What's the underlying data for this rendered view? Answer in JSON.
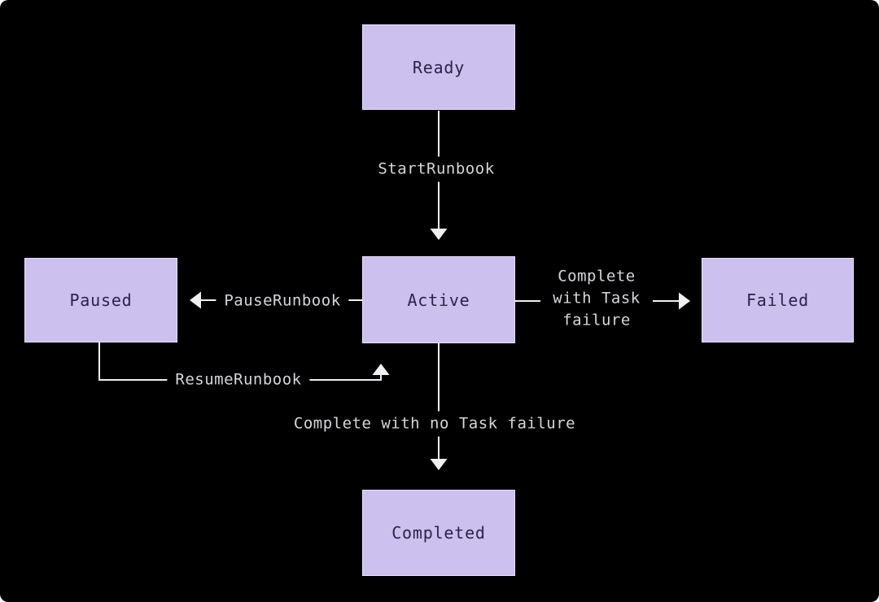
{
  "theme": {
    "background": "#000000",
    "node-fill": "#cbc0ee",
    "node-border": "#e9e3fa",
    "node-text": "#2b2349",
    "edge-color": "#f0f0f2",
    "edge-label-color": "#d6d6da"
  },
  "diagram": {
    "nodes": {
      "ready": {
        "label": "Ready"
      },
      "paused": {
        "label": "Paused"
      },
      "active": {
        "label": "Active"
      },
      "failed": {
        "label": "Failed"
      },
      "completed": {
        "label": "Completed"
      }
    },
    "edges": {
      "start": {
        "label": "StartRunbook"
      },
      "pause": {
        "label": "PauseRunbook"
      },
      "resume": {
        "label": "ResumeRunbook"
      },
      "fail": {
        "label": "Complete with Task failure"
      },
      "complete": {
        "label": "Complete with no Task failure"
      }
    }
  }
}
